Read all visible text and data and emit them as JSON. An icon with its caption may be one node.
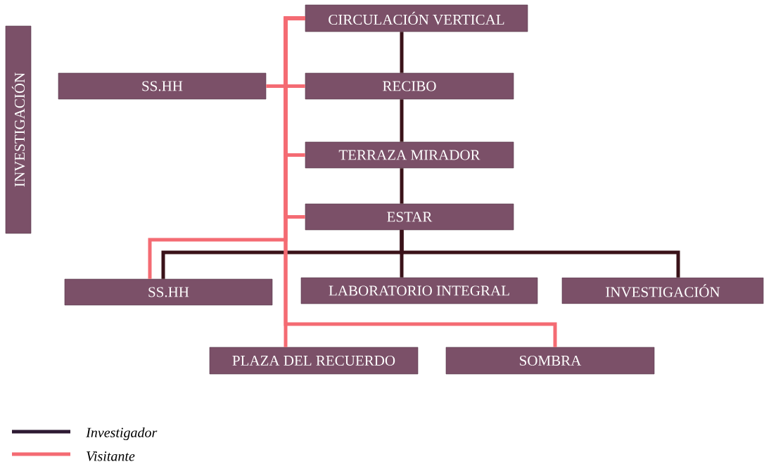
{
  "diagram": {
    "nodes": [
      {
        "text": [
          "INVESTIGACIÓN"
        ]
      },
      {
        "text": [
          "CIRCULACIÓN VERTICAL"
        ]
      },
      {
        "text": [
          "SS.HH"
        ]
      },
      {
        "text": [
          "RECIBO"
        ]
      },
      {
        "text": [
          "TERRAZA MIRADOR"
        ]
      },
      {
        "text": [
          "ESTAR"
        ]
      },
      {
        "text": [
          "SS.HH"
        ]
      },
      {
        "text": [
          "LABORATORIO INTEGRAL"
        ]
      },
      {
        "text": [
          "INVESTIGACIÓN"
        ]
      },
      {
        "text": [
          "PLAZA DEL RECUERDO"
        ]
      },
      {
        "text": [
          "SOMBRA"
        ]
      }
    ],
    "edges": [
      {
        "from": 1,
        "to": 3,
        "arrow": "none",
        "color": "#3a1219"
      },
      {
        "from": 3,
        "to": 4,
        "arrow": "none",
        "color": "#3a1219"
      },
      {
        "from": 4,
        "to": 5,
        "arrow": "none",
        "color": "#3a1219"
      },
      {
        "from": 5,
        "to": 6,
        "arrow": "none",
        "color": "#3a1219"
      },
      {
        "from": 5,
        "to": 7,
        "arrow": "none",
        "color": "#3a1219"
      },
      {
        "from": 5,
        "to": 8,
        "arrow": "none",
        "color": "#3a1219"
      },
      {
        "from": 1,
        "to": 2,
        "arrow": "none"
      },
      {
        "from": 1,
        "to": 3,
        "arrow": "none"
      },
      {
        "from": 1,
        "to": 4,
        "arrow": "none"
      },
      {
        "from": 1,
        "to": 5,
        "arrow": "none"
      },
      {
        "from": 1,
        "to": 6,
        "arrow": "none"
      },
      {
        "from": 1,
        "to": 9,
        "arrow": "none"
      },
      {
        "from": 1,
        "to": 10,
        "arrow": "none"
      }
    ],
    "legend": [
      {
        "text": "Investigador"
      },
      {
        "text": "Visitante"
      }
    ]
  }
}
